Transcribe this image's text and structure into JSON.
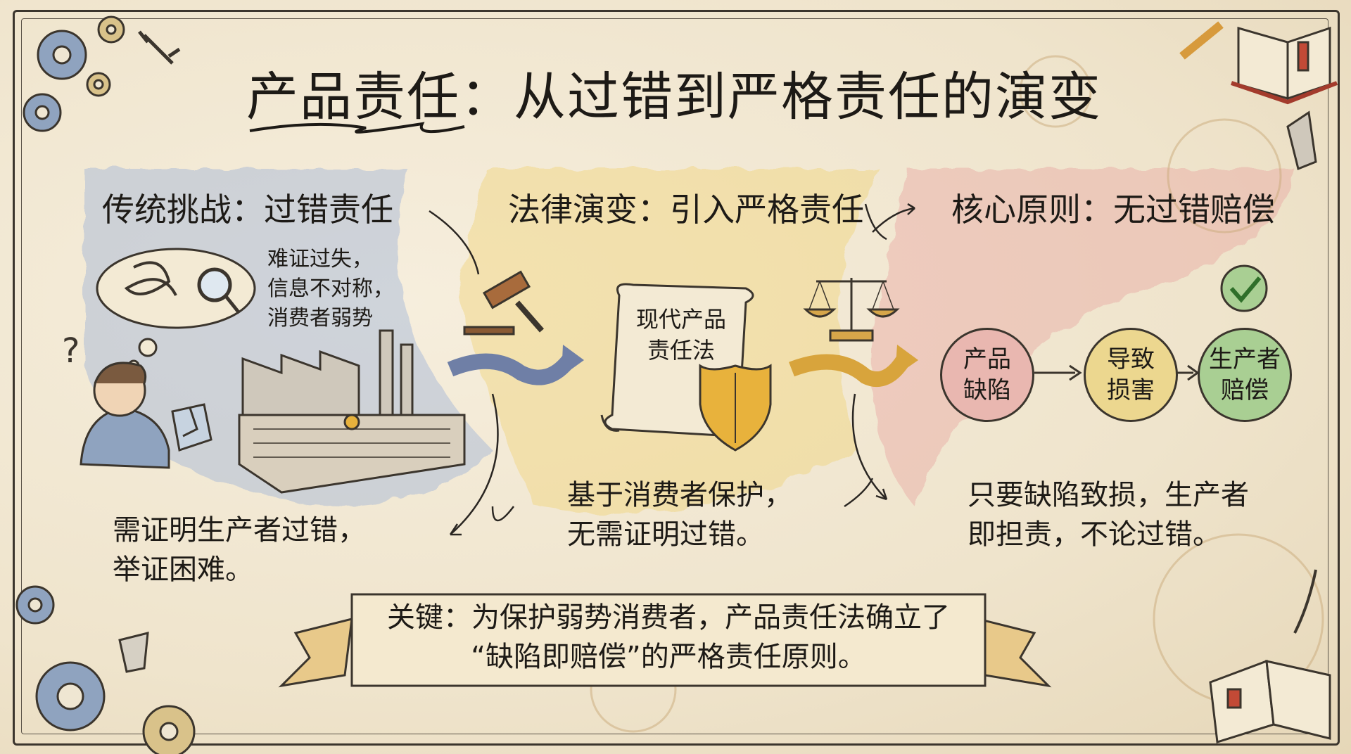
{
  "title": "产品责任：从过错到严格责任的演变",
  "sections": [
    {
      "heading": "传统挑战：过错责任",
      "issues": [
        "难证过失，",
        "信息不对称，",
        "消费者弱势"
      ],
      "description": [
        "需证明生产者过错，",
        "举证困难。"
      ]
    },
    {
      "heading": "法律演变：引入严格责任",
      "scroll_title": [
        "现代产品",
        "责任法"
      ],
      "description": [
        "基于消费者保护，",
        "无需证明过错。"
      ]
    },
    {
      "heading": "核心原则：无过错赔偿",
      "flow": [
        "产品\n缺陷",
        "导致\n损害",
        "生产者\n赔偿"
      ],
      "description": [
        "只要缺陷致损，生产者",
        "即担责，不论过错。"
      ]
    }
  ],
  "key_banner": [
    "关键：为保护弱势消费者，产品责任法确立了",
    "“缺陷即赔偿”的严格责任原则。"
  ],
  "colors": {
    "blue_wash": "#9fb4d6",
    "yellow_wash": "#efd27a",
    "red_wash": "#e6a3a0",
    "ink": "#1d1a16",
    "paper": "#efe6d2"
  },
  "icons": [
    "gear-icon",
    "wrench-icon",
    "question-mark-icon",
    "thought-bubble-icon",
    "magnifier-icon",
    "broken-box-icon",
    "factory-icon",
    "gavel-icon",
    "scroll-icon",
    "shield-icon",
    "scales-icon",
    "checkmark-icon",
    "book-icon",
    "pencil-icon",
    "quill-icon",
    "arrow-icon"
  ]
}
